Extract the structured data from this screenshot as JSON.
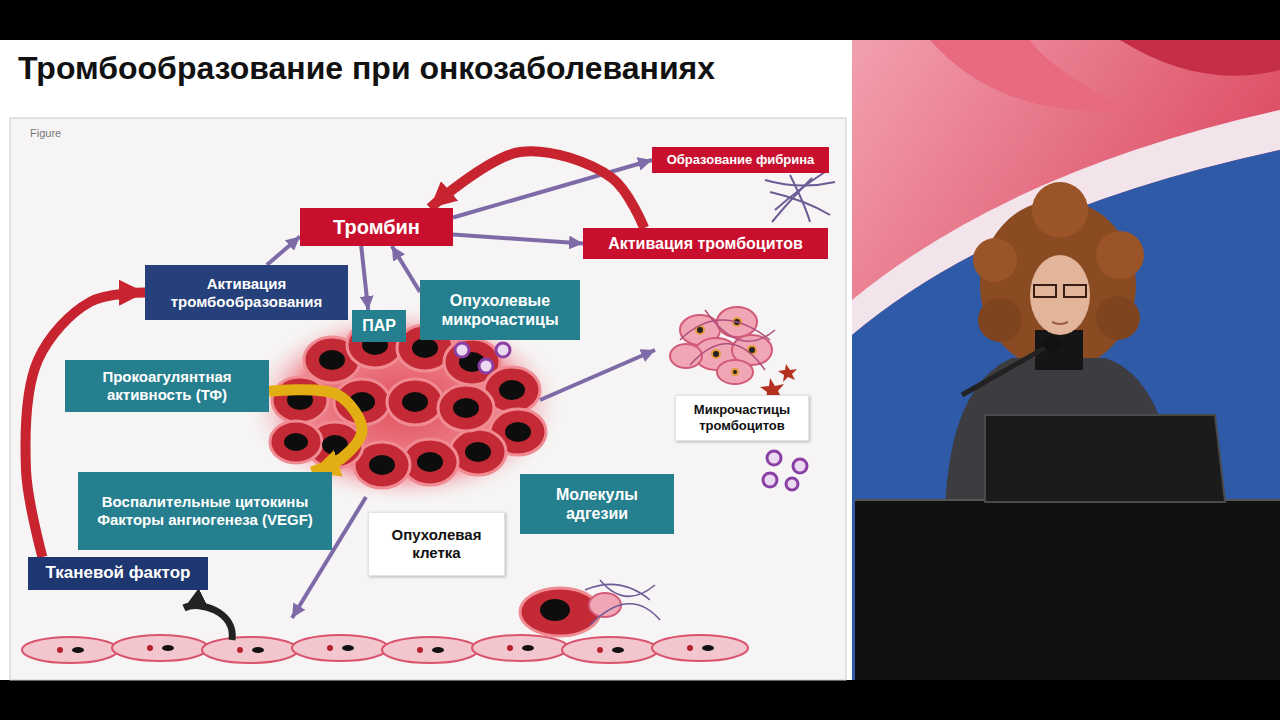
{
  "diagram": {
    "title": "Тромбообразование при онкозаболеваниях",
    "nodes": [
      {
        "text": [
          "Образование фибрина"
        ]
      },
      {
        "text": [
          "Тромбин"
        ]
      },
      {
        "text": [
          "Активация тромбоцитов"
        ]
      },
      {
        "text": [
          "Активация тромбообразования"
        ]
      },
      {
        "text": [
          "ПАР"
        ]
      },
      {
        "text": [
          "Опухолевые микрочастицы"
        ]
      },
      {
        "text": [
          "Прокоагулянтная активность (ТФ)"
        ]
      },
      {
        "text": [
          "Микрочастицы тромбоцитов"
        ]
      },
      {
        "text": [
          "Воспалительные цитокины Факторы ангиогенеза (VEGF)"
        ]
      },
      {
        "text": [
          "Молекулы адгезии"
        ]
      },
      {
        "text": [
          "Опухолевая клетка"
        ]
      },
      {
        "text": [
          "Тканевой фактор"
        ]
      }
    ],
    "edges": [
      {
        "from": 1,
        "to": 0,
        "arrow": "to"
      },
      {
        "from": 1,
        "to": 2,
        "arrow": "to"
      },
      {
        "from": 3,
        "to": 1,
        "arrow": "to"
      },
      {
        "from": 1,
        "to": 4,
        "arrow": "to"
      },
      {
        "from": 5,
        "to": 1,
        "arrow": "to"
      },
      {
        "from": 2,
        "to": 1,
        "arrow": "to"
      },
      {
        "from": 11,
        "to": 3,
        "arrow": "to"
      },
      {
        "from": 6,
        "to": 8,
        "arrow": "to"
      }
    ],
    "labels": [
      "Figure"
    ]
  }
}
